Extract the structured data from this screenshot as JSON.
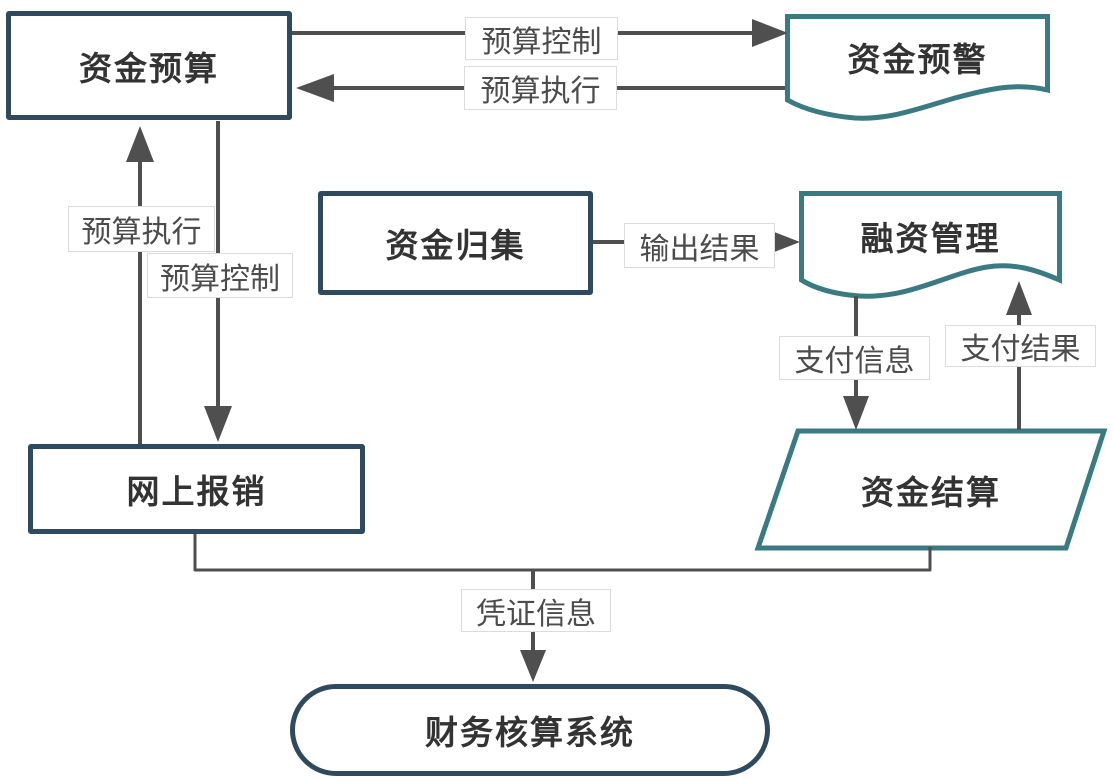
{
  "diagram": {
    "nodes": [
      {
        "id": "budget",
        "label": "资金预算",
        "shape": "rectangle"
      },
      {
        "id": "warning",
        "label": "资金预警",
        "shape": "document"
      },
      {
        "id": "collection",
        "label": "资金归集",
        "shape": "rectangle"
      },
      {
        "id": "financing",
        "label": "融资管理",
        "shape": "document"
      },
      {
        "id": "reimbursement",
        "label": "网上报销",
        "shape": "rectangle"
      },
      {
        "id": "settlement",
        "label": "资金结算",
        "shape": "parallelogram"
      },
      {
        "id": "accounting",
        "label": "财务核算系统",
        "shape": "rounded"
      }
    ],
    "edges": [
      {
        "label": "预算控制",
        "from": "资金预算",
        "to": "资金预警"
      },
      {
        "label": "预算执行",
        "from": "资金预警",
        "to": "资金预算"
      },
      {
        "label": "预算执行",
        "from": "网上报销",
        "to": "资金预算"
      },
      {
        "label": "预算控制",
        "from": "资金预算",
        "to": "网上报销"
      },
      {
        "label": "输出结果",
        "from": "资金归集",
        "to": "融资管理"
      },
      {
        "label": "支付信息",
        "from": "融资管理",
        "to": "资金结算"
      },
      {
        "label": "支付结果",
        "from": "资金结算",
        "to": "融资管理"
      },
      {
        "label": "凭证信息",
        "from": "网上报销 / 资金结算",
        "to": "财务核算系统"
      }
    ],
    "colors": {
      "rect_border": "#2f4a5f",
      "flow_border": "#3a7a82",
      "arrow": "#4f4f4f",
      "label_text": "#4c4c4c",
      "node_text": "#333333",
      "label_border": "#dcdcdc",
      "background": "#ffffff"
    }
  }
}
